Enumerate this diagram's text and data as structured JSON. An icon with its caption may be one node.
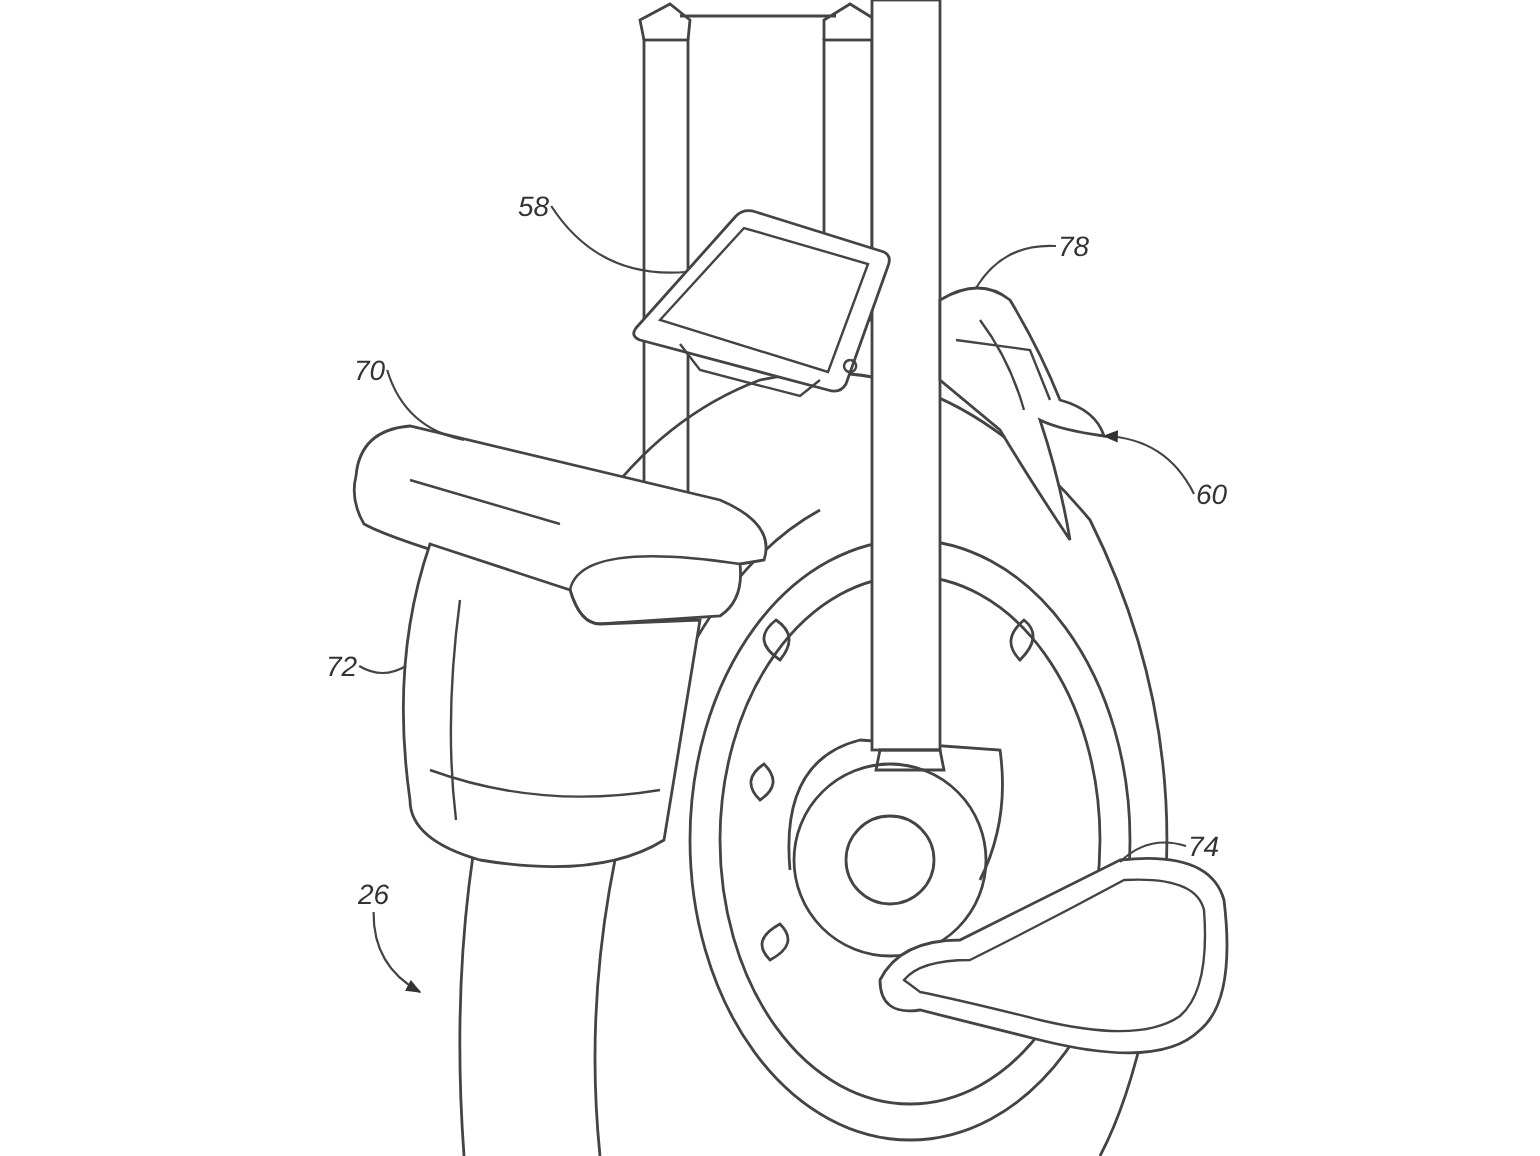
{
  "diagram": {
    "nodes": [
      {
        "text": [
          "58"
        ]
      },
      {
        "text": [],
        "shape": "picture"
      },
      {
        "text": [
          "78"
        ]
      },
      {
        "text": [],
        "shape": "picture"
      },
      {
        "text": [
          "70"
        ]
      },
      {
        "text": [],
        "shape": "picture"
      },
      {
        "text": [
          "60"
        ]
      },
      {
        "text": [
          "72"
        ]
      },
      {
        "text": [],
        "shape": "picture"
      },
      {
        "text": [
          "26"
        ]
      },
      {
        "text": [
          "74"
        ]
      },
      {
        "text": [],
        "shape": "picture"
      }
    ],
    "edges": [
      {
        "from": 0,
        "to": 1,
        "arrow": "none"
      },
      {
        "from": 2,
        "to": 3,
        "arrow": "none"
      },
      {
        "from": 4,
        "to": 5,
        "arrow": "none"
      },
      {
        "from": 6,
        "to": 3,
        "arrow": "to"
      },
      {
        "from": 7,
        "to": 8,
        "arrow": "none"
      },
      {
        "from": 9,
        "to": null,
        "arrow": "to"
      },
      {
        "from": 10,
        "to": 11,
        "arrow": "none"
      }
    ]
  }
}
